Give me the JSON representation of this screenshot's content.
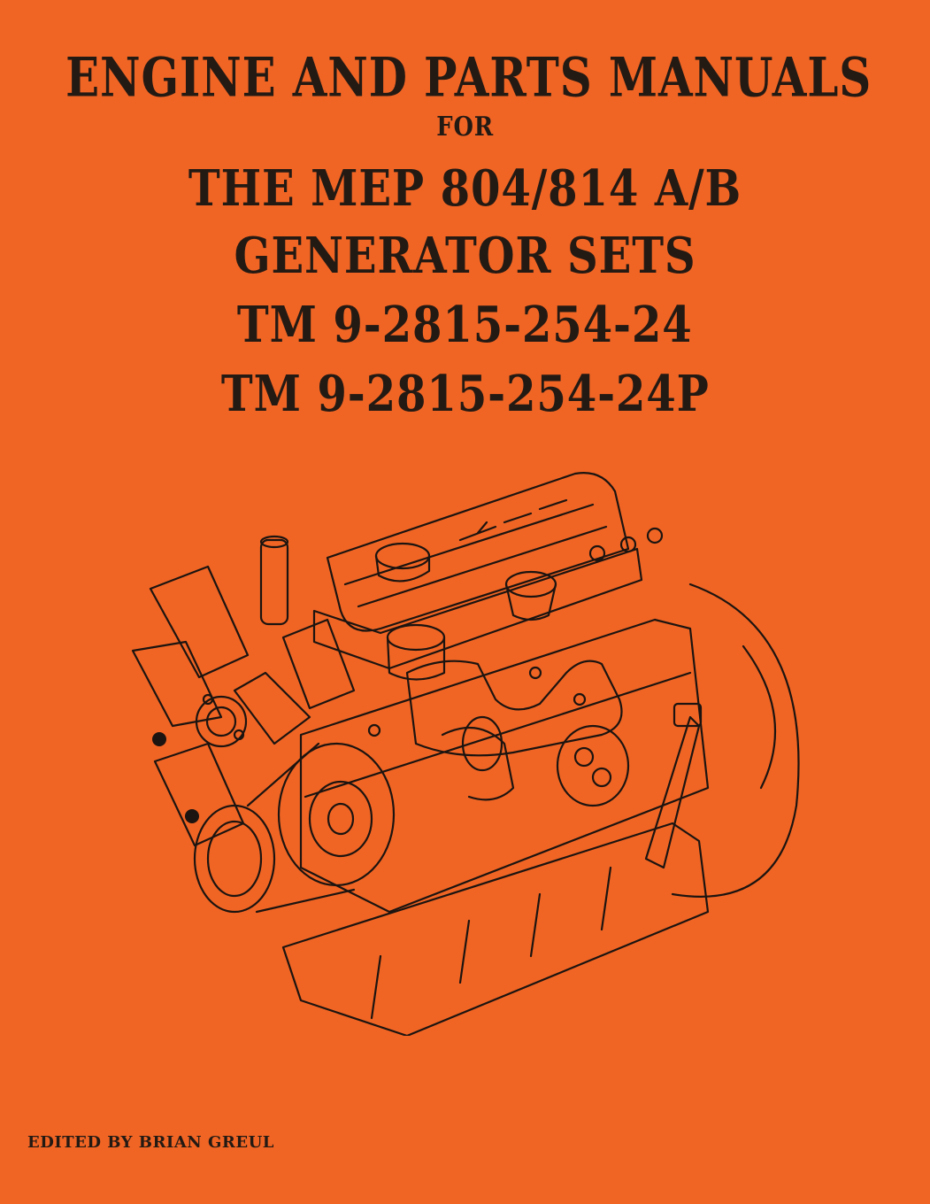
{
  "cover": {
    "title_line1": "Engine and Parts Manuals",
    "title_line2": "for",
    "title_line3": "The MEP 804/814 A/B",
    "title_line4": "Generator Sets",
    "title_line5": "TM 9-2815-254-24",
    "title_line6": "TM 9-2815-254-24P",
    "editor": "Edited by Brian Greul",
    "illustration": "engine-line-drawing",
    "colors": {
      "background": "#F06524",
      "text": "#241a14"
    }
  }
}
